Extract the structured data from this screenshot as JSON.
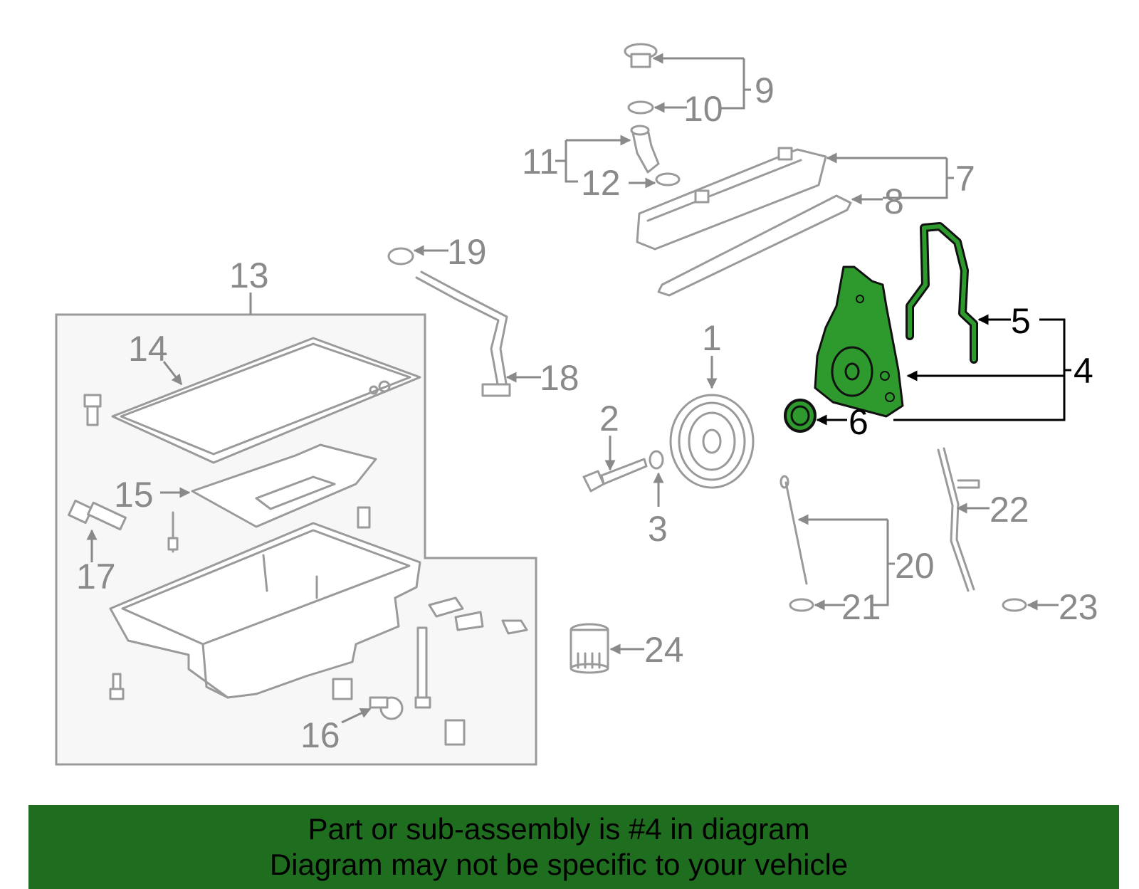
{
  "banner": {
    "line1": "Part or sub-assembly is #4 in diagram",
    "line2": "Diagram may not be specific to your vehicle",
    "color": "#1f6e1f"
  },
  "colors": {
    "highlight_part": "#2e9a2e",
    "normal_part": "#9a9a9a",
    "highlight_label": "#000000"
  },
  "callouts": {
    "c1": "1",
    "c2": "2",
    "c3": "3",
    "c4": "4",
    "c5": "5",
    "c6": "6",
    "c7": "7",
    "c8": "8",
    "c9": "9",
    "c10": "10",
    "c11": "11",
    "c12": "12",
    "c13": "13",
    "c14": "14",
    "c15": "15",
    "c16": "16",
    "c17": "17",
    "c18": "18",
    "c19": "19",
    "c20": "20",
    "c21": "21",
    "c22": "22",
    "c23": "23",
    "c24": "24"
  },
  "highlighted_callouts": [
    "4",
    "5",
    "6"
  ]
}
